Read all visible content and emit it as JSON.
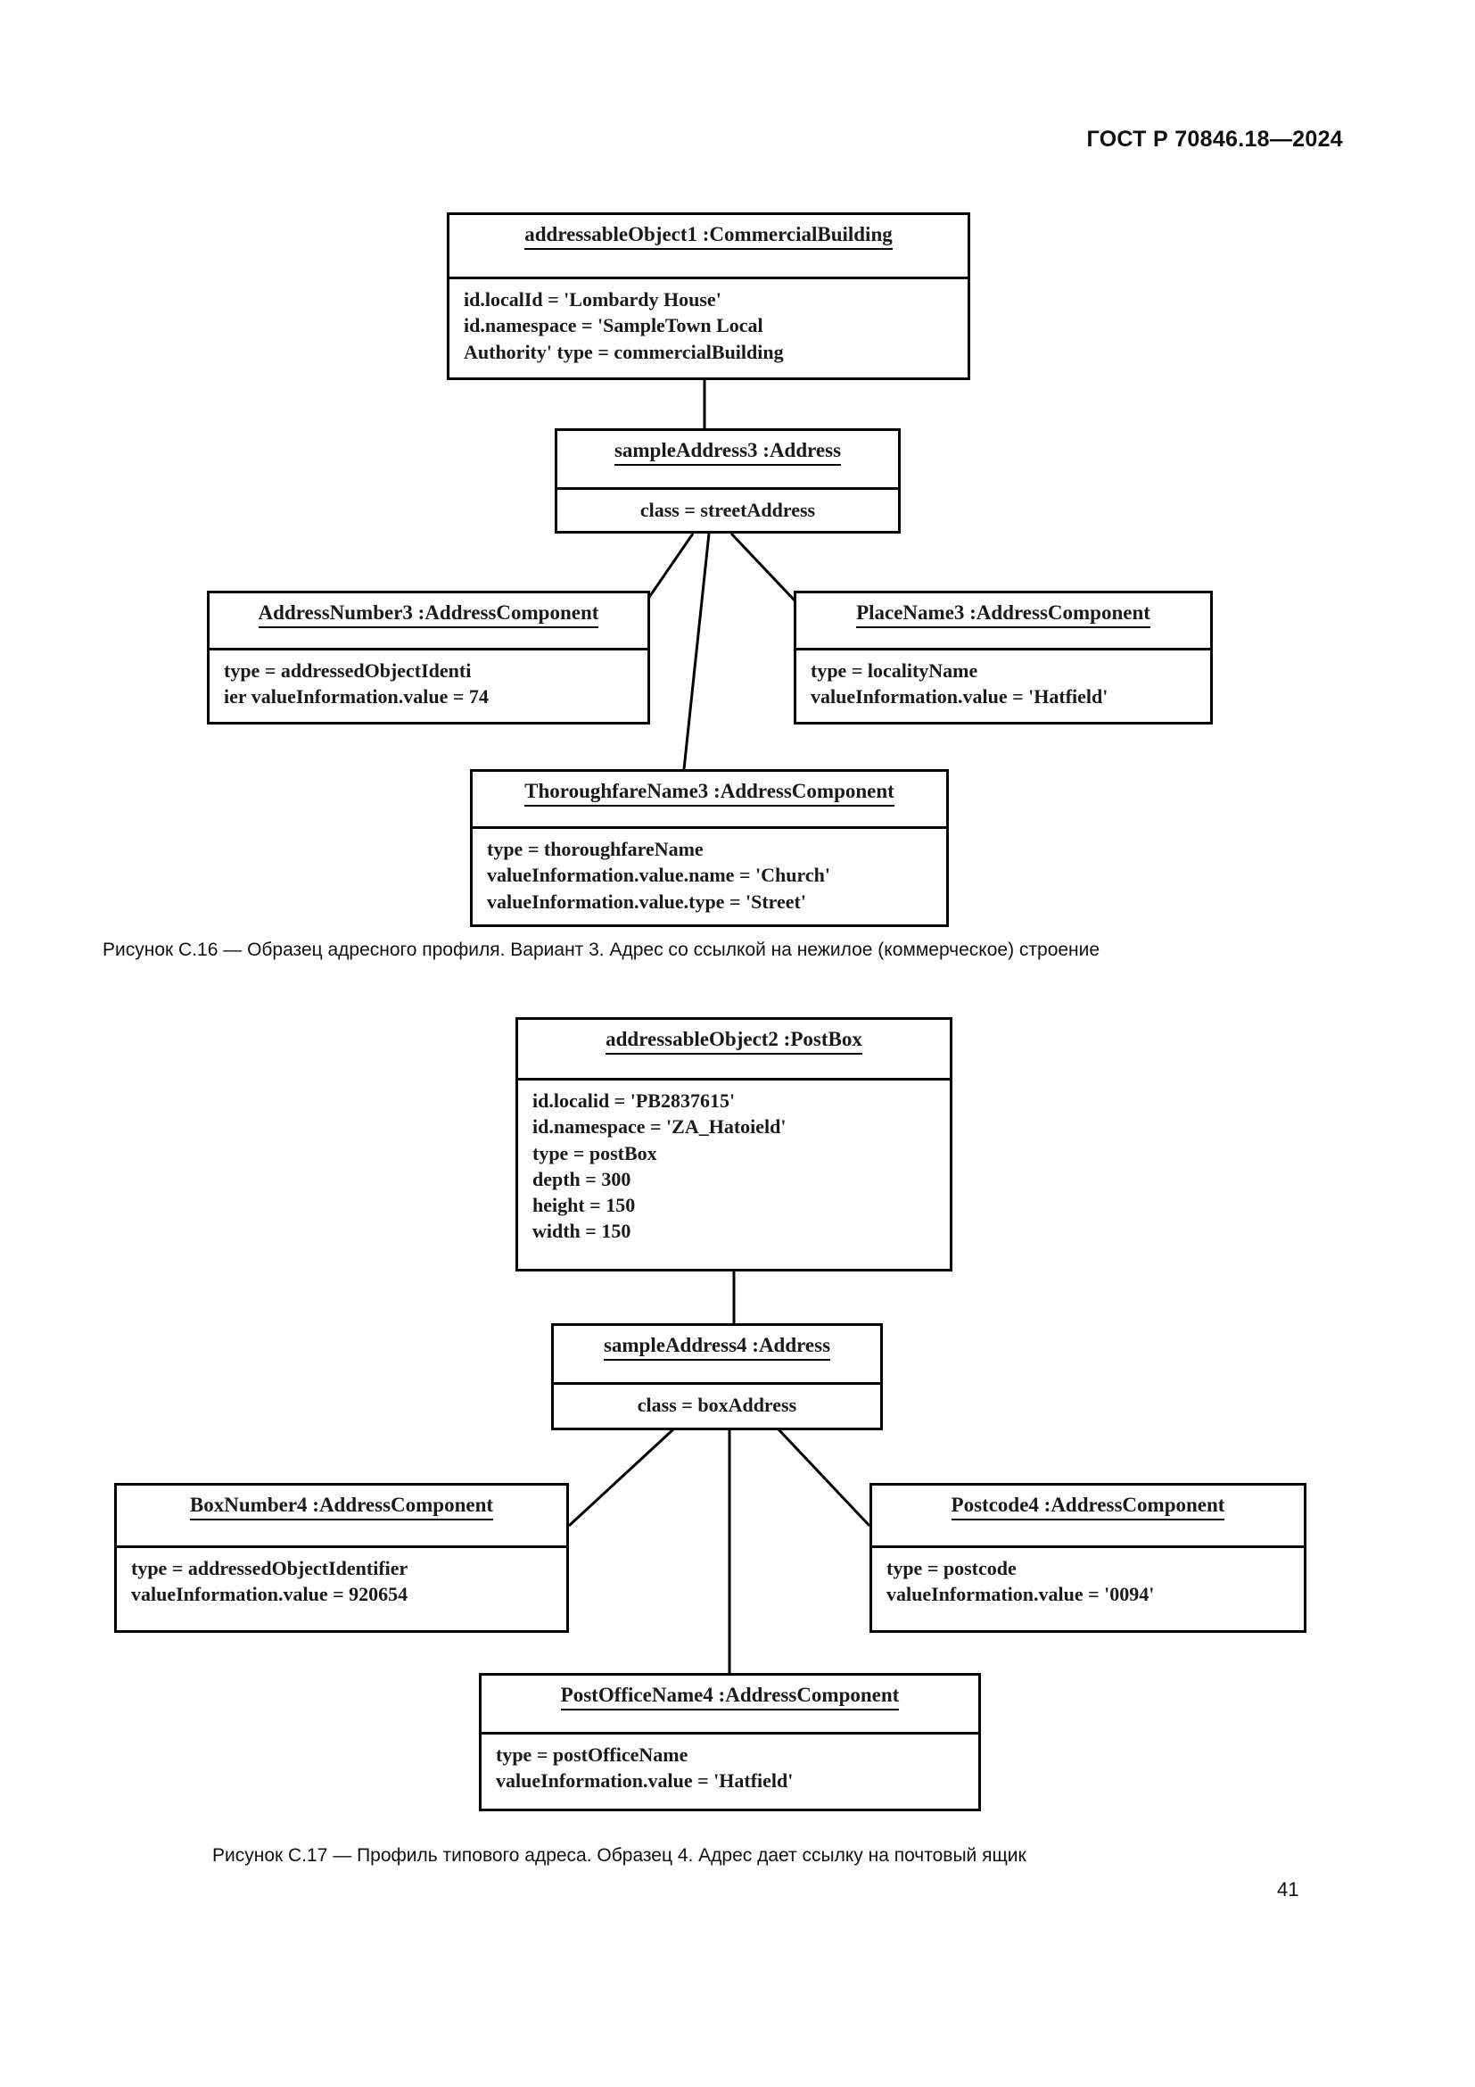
{
  "header": {
    "standard_ref": "ГОСТ Р 70846.18—2024"
  },
  "page_number": "41",
  "figures": [
    {
      "id": "figure-c16",
      "caption": "Рисунок С.16 — Образец адресного профиля. Вариант 3. Адрес со ссылкой на нежилое (коммерческое) строение",
      "nodes": [
        {
          "key": "addressable-object-1",
          "title": "addressableObject1 :CommercialBuilding",
          "attributes": [
            "id.localId = 'Lombardy House'",
            "id.namespace = 'SampleTown Local",
            "Authority' type = commercialBuilding"
          ]
        },
        {
          "key": "sample-address-3",
          "title": "sampleAddress3 :Address",
          "attributes": [
            "class = streetAddress"
          ]
        },
        {
          "key": "address-number-3",
          "title": "AddressNumber3 :AddressComponent",
          "attributes": [
            "type = addressedObjectIdenti",
            "ier valueInformation.value = 74"
          ]
        },
        {
          "key": "place-name-3",
          "title": "PlaceName3 :AddressComponent",
          "attributes": [
            "type = localityName",
            "valueInformation.value = 'Hatfield'"
          ]
        },
        {
          "key": "thoroughfare-name-3",
          "title": "ThoroughfareName3 :AddressComponent",
          "attributes": [
            "type = thoroughfareName",
            "valueInformation.value.name = 'Church'",
            "valueInformation.value.type = 'Street'"
          ]
        }
      ]
    },
    {
      "id": "figure-c17",
      "caption": "Рисунок С.17 — Профиль типового адреса. Образец 4. Адрес дает ссылку на почтовый ящик",
      "nodes": [
        {
          "key": "addressable-object-2",
          "title": "addressableObject2 :PostBox",
          "attributes": [
            "id.localid = 'PB2837615'",
            "id.namespace = 'ZA_Hatoield'",
            "type = postBox",
            "depth = 300",
            "height = 150",
            "width = 150"
          ]
        },
        {
          "key": "sample-address-4",
          "title": "sampleAddress4 :Address",
          "attributes": [
            "class = boxAddress"
          ]
        },
        {
          "key": "box-number-4",
          "title": "BoxNumber4 :AddressComponent",
          "attributes": [
            "type = addressedObjectIdentifier",
            "valueInformation.value = 920654"
          ]
        },
        {
          "key": "postcode-4",
          "title": "Postcode4 :AddressComponent",
          "attributes": [
            "type = postcode",
            "valueInformation.value = '0094'"
          ]
        },
        {
          "key": "post-office-name-4",
          "title": "PostOfficeName4 :AddressComponent",
          "attributes": [
            "type = postOfficeName",
            "valueInformation.value = 'Hatfield'"
          ]
        }
      ]
    }
  ],
  "colors": {
    "ink": "#000000",
    "paper": "#ffffff",
    "text": "#101010"
  }
}
